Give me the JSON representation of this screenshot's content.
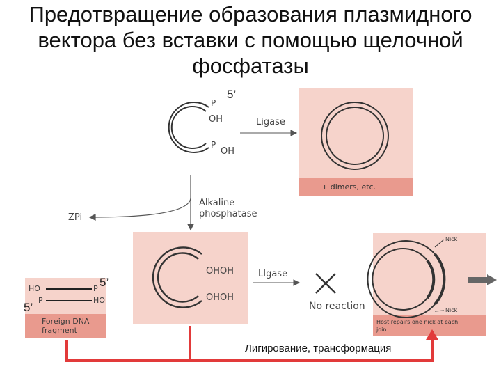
{
  "title": "Предотвращение образования плазмидного вектора без вставки с помощью щелочной фосфатазы",
  "labels": {
    "p": "P",
    "oh": "OH",
    "ohoh": "OHOH",
    "ho": "HO",
    "five_prime": "5’",
    "ligase_top": "Ligase",
    "ligase_bottom": "LIgase",
    "dimers": "+ dimers, etc.",
    "alkaline_line1": "Alkaline",
    "alkaline_line2": "phosphatase",
    "zpi": "ZPi",
    "no_reaction": "No reaction",
    "foreign_line1": "Foreign DNA",
    "foreign_line2": "fragment",
    "nick": "Nick",
    "host_line1": "Host repairs one nick at each",
    "host_line2": "join",
    "caption": "Лигирование, трансформация"
  }
}
